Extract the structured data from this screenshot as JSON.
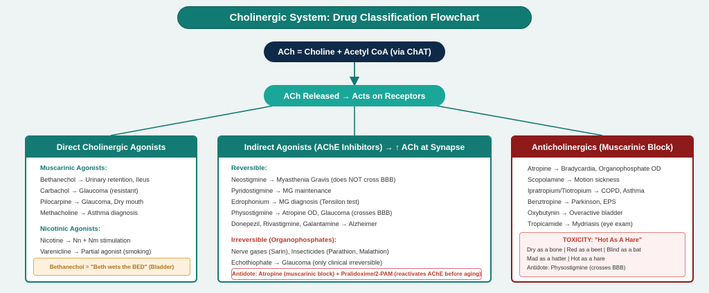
{
  "title": "Cholinergic System: Drug Classification Flowchart",
  "synthesis": "ACh = Choline + Acetyl CoA (via ChAT)",
  "release": "ACh Released → Acts on Receptors",
  "direct": {
    "header": "Direct Cholinergic Agonists",
    "muscarinic_title": "Muscarinic Agonists:",
    "muscarinic": [
      "Bethanechol → Urinary retention, Ileus",
      "Carbachol → Glaucoma (resistant)",
      "Pilocarpine → Glaucoma, Dry mouth",
      "Methacholine → Asthma diagnosis"
    ],
    "nicotinic_title": "Nicotinic Agonists:",
    "nicotinic": [
      "Nicotine → Nn + Nm stimulation",
      "Varenicline → Partial agonist (smoking)"
    ],
    "mnemonic": "Bethanechol = \"Beth wets the BED\" (Bladder)"
  },
  "indirect": {
    "header": "Indirect Agonists (AChE Inhibitors) → ↑ ACh at Synapse",
    "reversible_title": "Reversible:",
    "reversible": [
      "Neostigmine → Myasthenia Gravis (does NOT cross BBB)",
      "Pyridostigmine → MG maintenance",
      "Edrophonium → MG diagnosis (Tensilon test)",
      "Physostigmine → Atropine OD, Glaucoma (crosses BBB)",
      "Donepezil, Rivastigmine, Galantamine → Alzheimer"
    ],
    "irreversible_title": "Irreversible (Organophosphates):",
    "irreversible": [
      "Nerve gases (Sarin), Insecticides (Parathion, Malathion)",
      "Echothiophate → Glaucoma (only clinical irreversible)"
    ],
    "antidote": "Antidote: Atropine (muscarinic block) + Pralidoxime/2-PAM (reactivates AChE before aging)"
  },
  "anti": {
    "header": "Anticholinergics (Muscarinic Block)",
    "items": [
      "Atropine → Bradycardia, Organophosphate OD",
      "Scopolamine → Motion sickness",
      "Ipratropium/Tiotropium → COPD, Asthma",
      "Benztropine → Parkinson, EPS",
      "Oxybutynin → Overactive bladder",
      "Tropicamide → Mydriasis (eye exam)"
    ],
    "toxicity_title": "TOXICITY: \"Hot As A Hare\"",
    "toxicity": [
      "Dry as a bone | Red as a beet | Blind as a bat",
      "Mad as a hatter | Hot as a hare",
      "Antidote: Physostigmine (crosses BBB)"
    ]
  },
  "colors": {
    "teal": "#137b73",
    "navy": "#0f2a48",
    "light_teal": "#1aa79a",
    "dark_red": "#8e1a1a"
  }
}
